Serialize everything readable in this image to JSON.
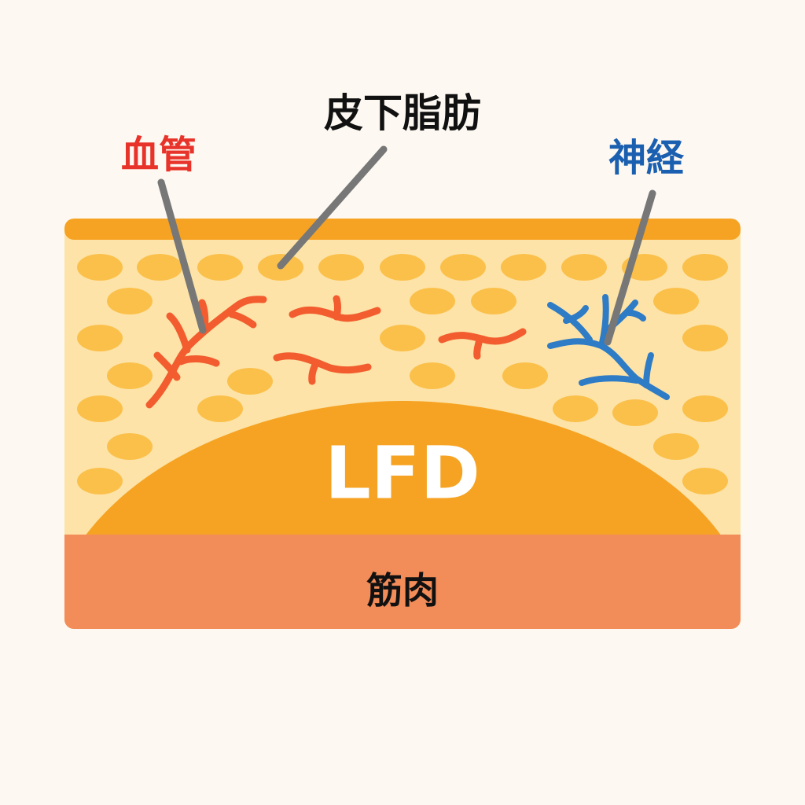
{
  "title": "皮下脂肪",
  "labels": {
    "vessel": "血管",
    "nerve": "神経",
    "lfd": "LFD",
    "muscle": "筋肉"
  },
  "colors": {
    "background": "#FDF8F1",
    "fat": "#FDE3A7",
    "fat_cell": "#FBC04A",
    "skin": "#F6A323",
    "lfd": "#F6A323",
    "muscle": "#F28C58",
    "vessel": "#F25C2E",
    "nerve": "#2E7BC6",
    "vessel_label": "#E8332A",
    "nerve_label": "#1B5FB0",
    "pointer": "#777777"
  }
}
